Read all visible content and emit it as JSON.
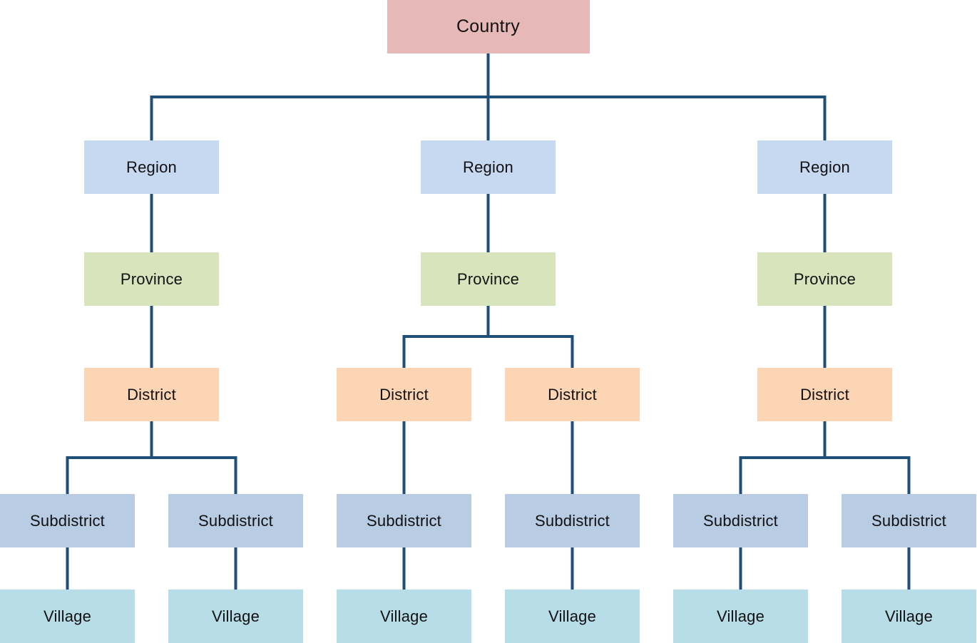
{
  "colors": {
    "connector": "#1f4e79",
    "country": "#e6b8b7",
    "region": "#c6d9f1",
    "province": "#d8e4bc",
    "district": "#fcd5b4",
    "subdistrict": "#b8cce4",
    "village": "#b7dee8"
  },
  "labels": {
    "country": "Country",
    "region": "Region",
    "province": "Province",
    "district": "District",
    "subdistrict": "Subdistrict",
    "village": "Village"
  },
  "tree": {
    "level": "country",
    "children": [
      {
        "level": "region",
        "children": [
          {
            "level": "province",
            "children": [
              {
                "level": "district",
                "children": [
                  {
                    "level": "subdistrict",
                    "children": [
                      {
                        "level": "village"
                      }
                    ]
                  },
                  {
                    "level": "subdistrict",
                    "children": [
                      {
                        "level": "village"
                      }
                    ]
                  }
                ]
              }
            ]
          }
        ]
      },
      {
        "level": "region",
        "children": [
          {
            "level": "province",
            "children": [
              {
                "level": "district",
                "children": [
                  {
                    "level": "subdistrict",
                    "children": [
                      {
                        "level": "village"
                      }
                    ]
                  }
                ]
              },
              {
                "level": "district",
                "children": [
                  {
                    "level": "subdistrict",
                    "children": [
                      {
                        "level": "village"
                      }
                    ]
                  }
                ]
              }
            ]
          }
        ]
      },
      {
        "level": "region",
        "children": [
          {
            "level": "province",
            "children": [
              {
                "level": "district",
                "children": [
                  {
                    "level": "subdistrict",
                    "children": [
                      {
                        "level": "village"
                      }
                    ]
                  },
                  {
                    "level": "subdistrict",
                    "children": [
                      {
                        "level": "village"
                      }
                    ]
                  }
                ]
              }
            ]
          }
        ]
      }
    ]
  }
}
